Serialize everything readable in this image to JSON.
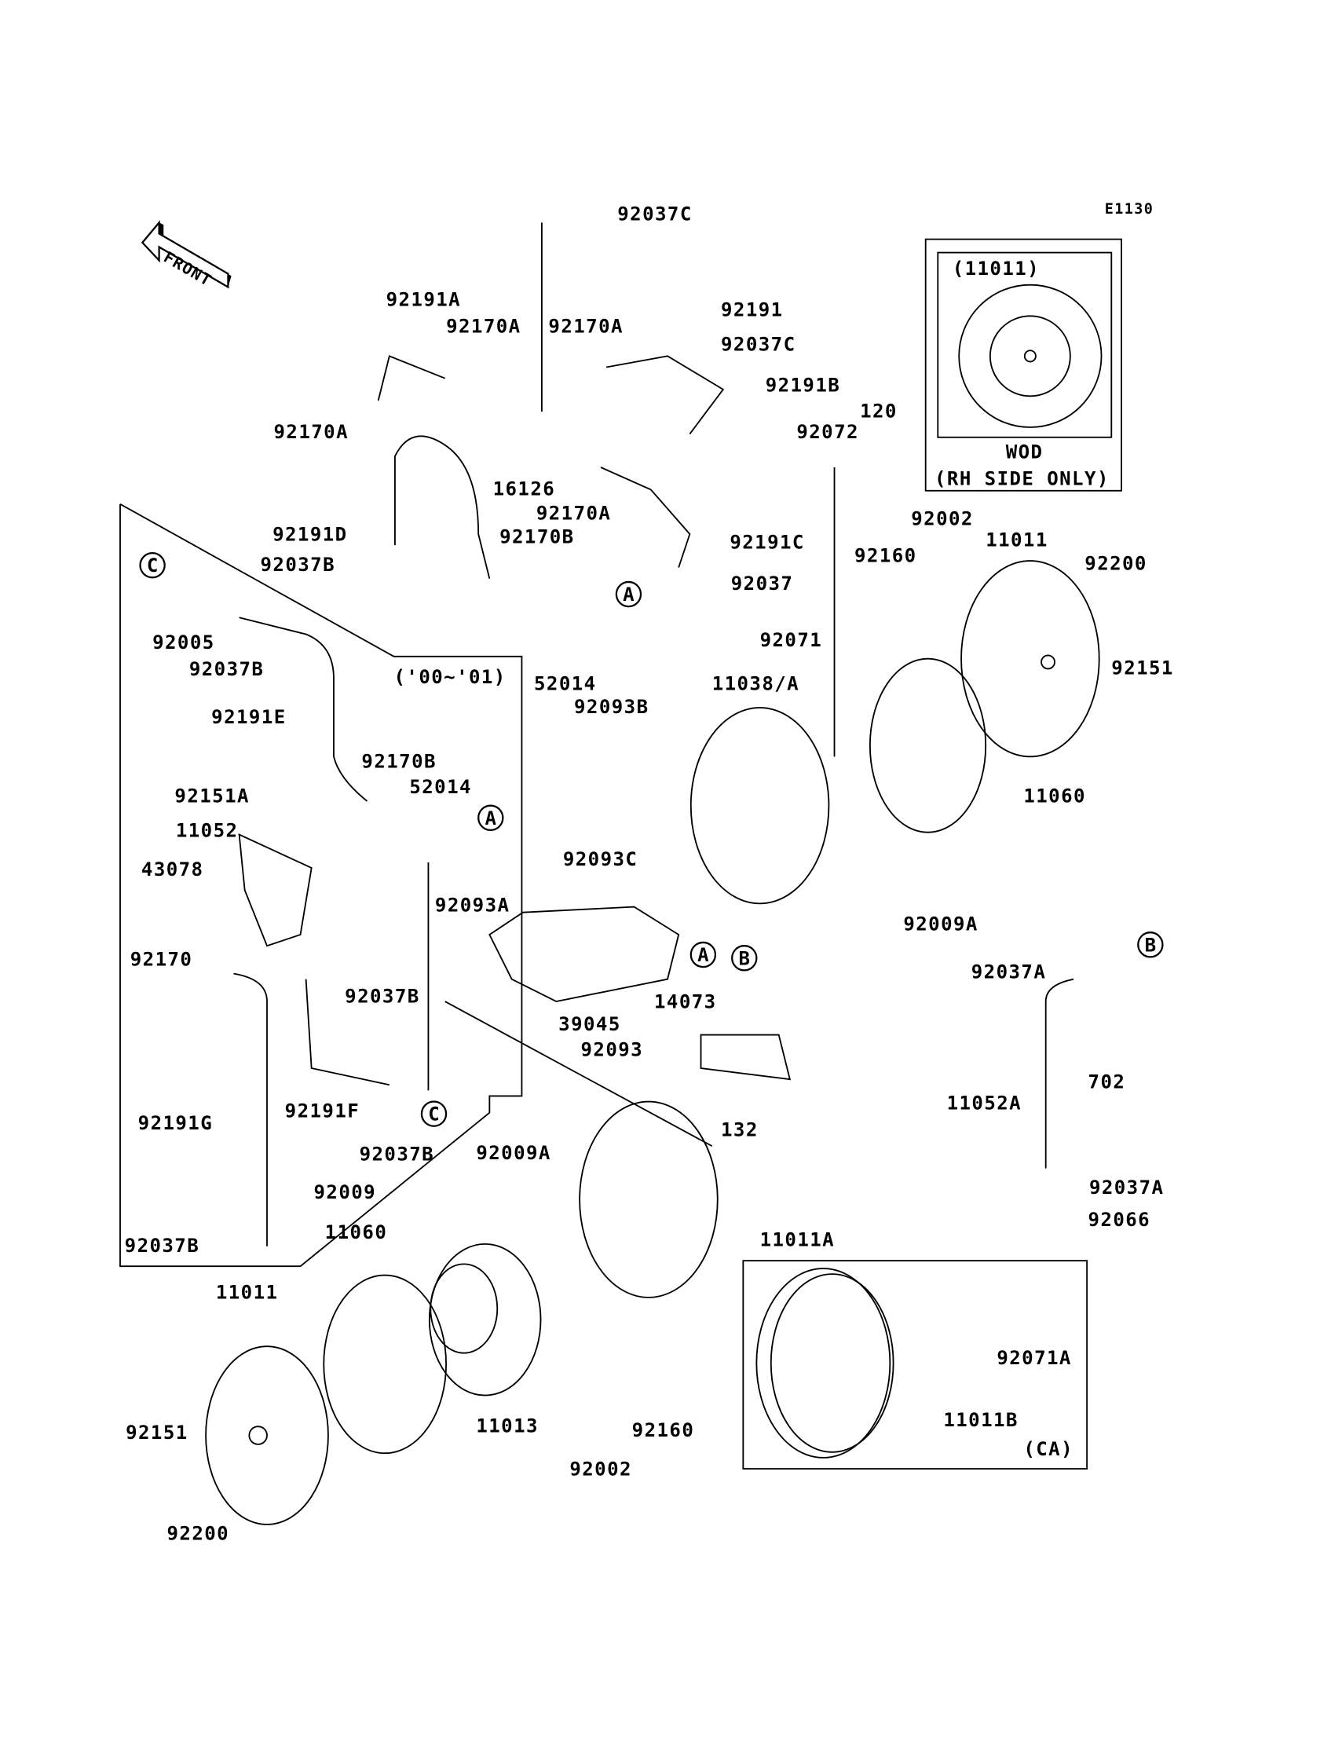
{
  "diagram_code": "E1130",
  "front_arrow": "FRONT",
  "inset_wod": {
    "ref": "(11011)",
    "title": "WOD",
    "note": "(RH SIDE ONLY)"
  },
  "inset_ca": {
    "note": "(CA)"
  },
  "year_note": "('00~'01)",
  "ref_markers": [
    "C",
    "A",
    "A",
    "A",
    "B",
    "B",
    "C"
  ],
  "part_labels": [
    "92037C",
    "92191",
    "92191A",
    "92170A",
    "92170A",
    "92037C",
    "92191B",
    "92170A",
    "92072",
    "120",
    "16126",
    "92170A",
    "92191D",
    "92170B",
    "92191C",
    "92002",
    "11011",
    "92160",
    "92200",
    "92037B",
    "92037",
    "92005",
    "52014",
    "92071",
    "92037B",
    "92151",
    "11038/A",
    "92093B",
    "92191E",
    "92170B",
    "52014",
    "92151A",
    "11060",
    "11052",
    "43078",
    "92093C",
    "92093A",
    "92009A",
    "92037A",
    "92170",
    "92037B",
    "39045",
    "14073",
    "92093",
    "702",
    "11052A",
    "92191F",
    "92191G",
    "132",
    "92037B",
    "92009A",
    "92037A",
    "92009",
    "92066",
    "11011A",
    "92037B",
    "11060",
    "11011",
    "92071A",
    "11011B",
    "11013",
    "92160",
    "92151",
    "92002",
    "92200"
  ]
}
